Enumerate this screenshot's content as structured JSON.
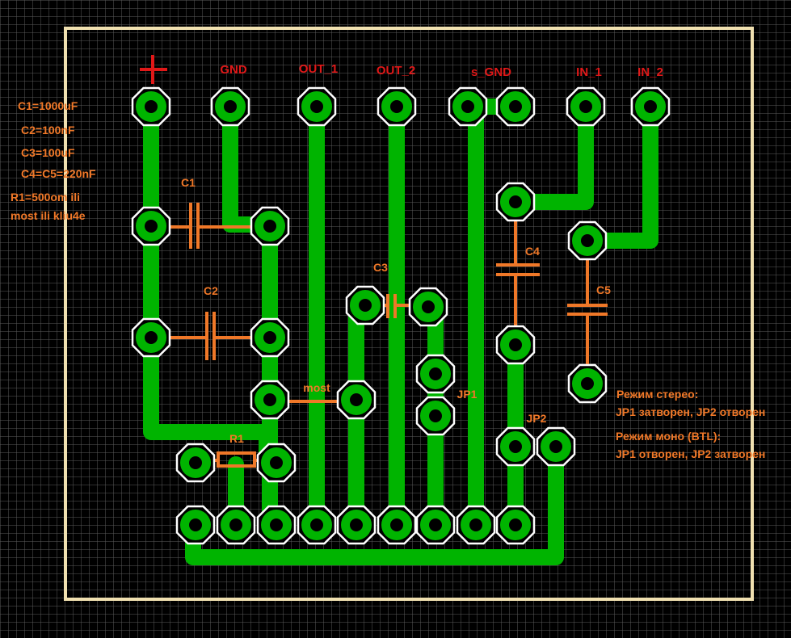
{
  "colors": {
    "background": "#000000",
    "grid": "#5a5a5a",
    "board_outline": "#f0e0b0",
    "trace": "#00b400",
    "pad_outline": "#ffffff",
    "silkscreen": "#f07828",
    "terminal_label": "#e01818"
  },
  "terminals": {
    "plus": "+",
    "gnd": "GND",
    "out1": "OUT_1",
    "out2": "OUT_2",
    "sgnd": "s_GND",
    "in1": "IN_1",
    "in2": "IN_2"
  },
  "notes": {
    "c1": "C1=1000uF",
    "c2": "C2=100nF",
    "c3": "C3=100uF",
    "c45": "C4=C5=220nF",
    "r1_line1": "R1=500om ili",
    "r1_line2": "most ili kliu4e"
  },
  "components": {
    "c1": "C1",
    "c2": "C2",
    "c3": "C3",
    "c4": "C4",
    "c5": "C5",
    "r1": "R1",
    "most": "most",
    "jp1": "JP1",
    "jp2": "JP2"
  },
  "modes": {
    "stereo_title": "Режим стерео:",
    "stereo_desc": "JP1 затворен, JP2 отворен",
    "mono_title": "Режим моно (BTL):",
    "mono_desc": "JP1 отворен, JP2 затворен"
  }
}
